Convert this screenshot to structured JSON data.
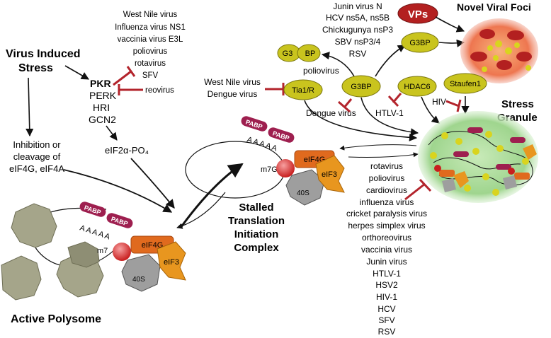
{
  "stress": {
    "line1": "Virus Induced",
    "line2": "Stress"
  },
  "kinases": {
    "pkr": "PKR",
    "perk": "PERK",
    "hri": "HRI",
    "gcn2": "GCN2"
  },
  "pkr_viruses": [
    "West Nile virus",
    "Influenza virus NS1",
    "vaccinia virus E3L",
    "poliovirus",
    "rotavirus",
    "SFV"
  ],
  "reovirus": "reovirus",
  "inhibition": [
    "Inhibition or",
    "cleavage of",
    "eIF4G, eIF4A"
  ],
  "eif2": "eIF2α-PO₄",
  "tia_viruses": [
    "West Nile virus",
    "Dengue virus"
  ],
  "tia": "Tia1/R",
  "g3bp": "G3BP",
  "g3_split": {
    "left": "G3",
    "right": "BP"
  },
  "poliovirus": "poliovirus",
  "dengue": "Dengue virus",
  "hdac6": "HDAC6",
  "htlv": "HTLV-1",
  "staufen": "Staufen1",
  "hiv": "HIV",
  "g3bp_viruses": [
    "Junin virus N",
    "HCV ns5A, ns5B",
    "Chickugunya nsP3",
    "SBV nsP3/4",
    "RSV"
  ],
  "vps": "VPs",
  "novel_foci": "Novel Viral Foci",
  "stress_granule": {
    "line1": "Stress",
    "line2": "Granule"
  },
  "sg_viruses": [
    "rotavirus",
    "poliovirus",
    "cardiovirus",
    "influenza virus",
    "cricket paralysis virus",
    "herpes simplex virus",
    "orthoreovirus",
    "vaccinia virus",
    "Junin virus",
    "HTLV-1",
    "HSV2",
    "HIV-1",
    "HCV",
    "SFV",
    "RSV"
  ],
  "stalled": [
    "Stalled",
    "Translation",
    "Initiation",
    "Complex"
  ],
  "active_polysome": "Active Polysome",
  "factors": {
    "pabp": "PABP",
    "eif4g": "eIF4G",
    "eif3": "eIF3",
    "s40": "40S",
    "m7g": "m7G",
    "m7": "m7",
    "polya": "A A A A A"
  },
  "colors": {
    "inhibit": "#b3242c",
    "pabp": "#9e1f4f",
    "eif4g": "#e06a1e",
    "eif3": "#e8961f",
    "ribosome": "#a5a58a",
    "g3bp": "#c9c41e",
    "sg": "#a8d89a",
    "foci": "#e85a3a",
    "vps": "#b32020"
  }
}
